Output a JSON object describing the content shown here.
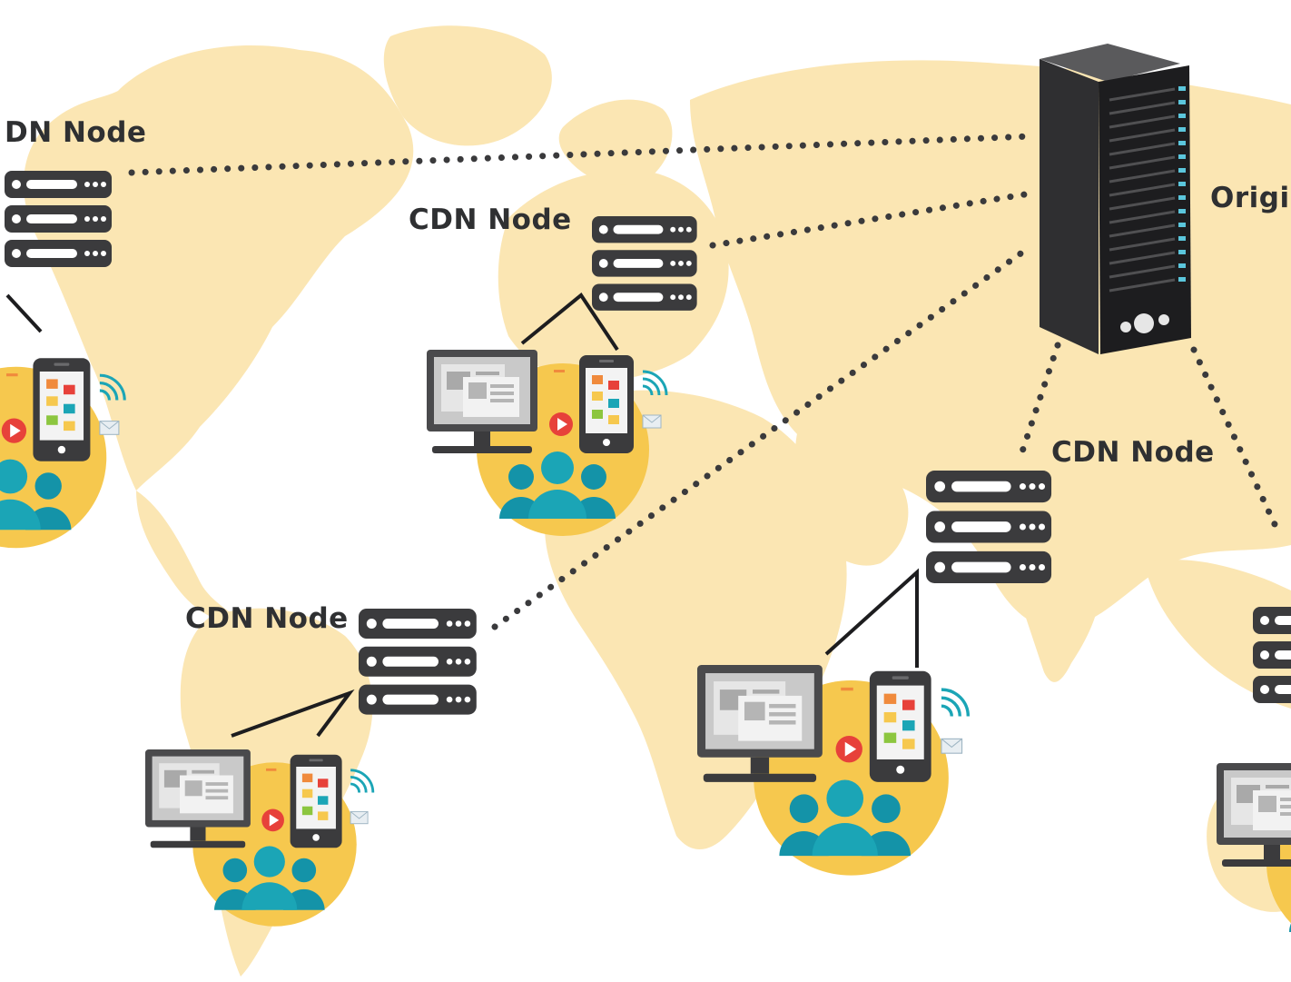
{
  "labels": {
    "top_left": "DN Node",
    "europe": "CDN Node",
    "south_america": "CDN Node",
    "asia": "CDN Node",
    "origin": "Origi"
  },
  "colors": {
    "map": "#fbe6b3",
    "server_dark": "#3b3b3d",
    "dots": "#3a3a3c",
    "accent_teal": "#1ba5b6",
    "accent_yellow": "#f6c84e",
    "accent_red": "#e7413a",
    "accent_orange": "#f08a3c"
  }
}
